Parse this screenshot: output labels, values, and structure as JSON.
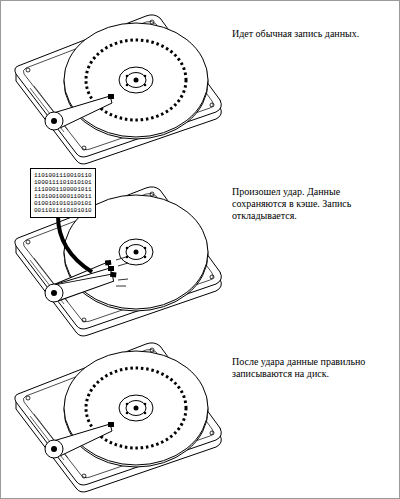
{
  "diagram": {
    "nodes": [
      {
        "text": [
          "1101001110010110 1000111101010101 1110001100001011 1101001000110011 0100101010100101 0011011110101010"
        ]
      }
    ],
    "labels": [
      "Идет обычная запись данных.",
      "Произошел удар. Данные сохраняются в кэше. Запись откладывается.",
      "После удара данные правильно записываются на диск."
    ]
  }
}
